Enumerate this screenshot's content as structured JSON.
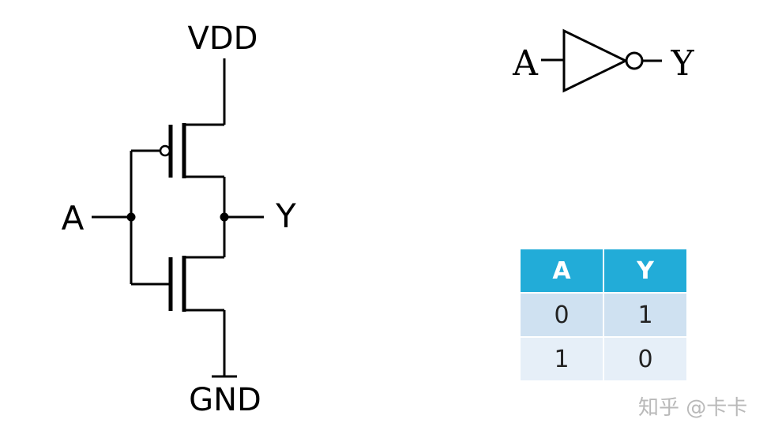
{
  "schematic": {
    "vdd_label": "VDD",
    "gnd_label": "GND",
    "input_label": "A",
    "output_label": "Y"
  },
  "gate_symbol": {
    "input_label": "A",
    "output_label": "Y"
  },
  "truth_table": {
    "headers": [
      "A",
      "Y"
    ],
    "rows": [
      [
        "0",
        "1"
      ],
      [
        "1",
        "0"
      ]
    ],
    "colors": {
      "header_bg": "#22acd8",
      "row_even_bg": "#cfe1f1",
      "row_odd_bg": "#e6eff8"
    }
  },
  "watermark": "知乎 @卡卡"
}
